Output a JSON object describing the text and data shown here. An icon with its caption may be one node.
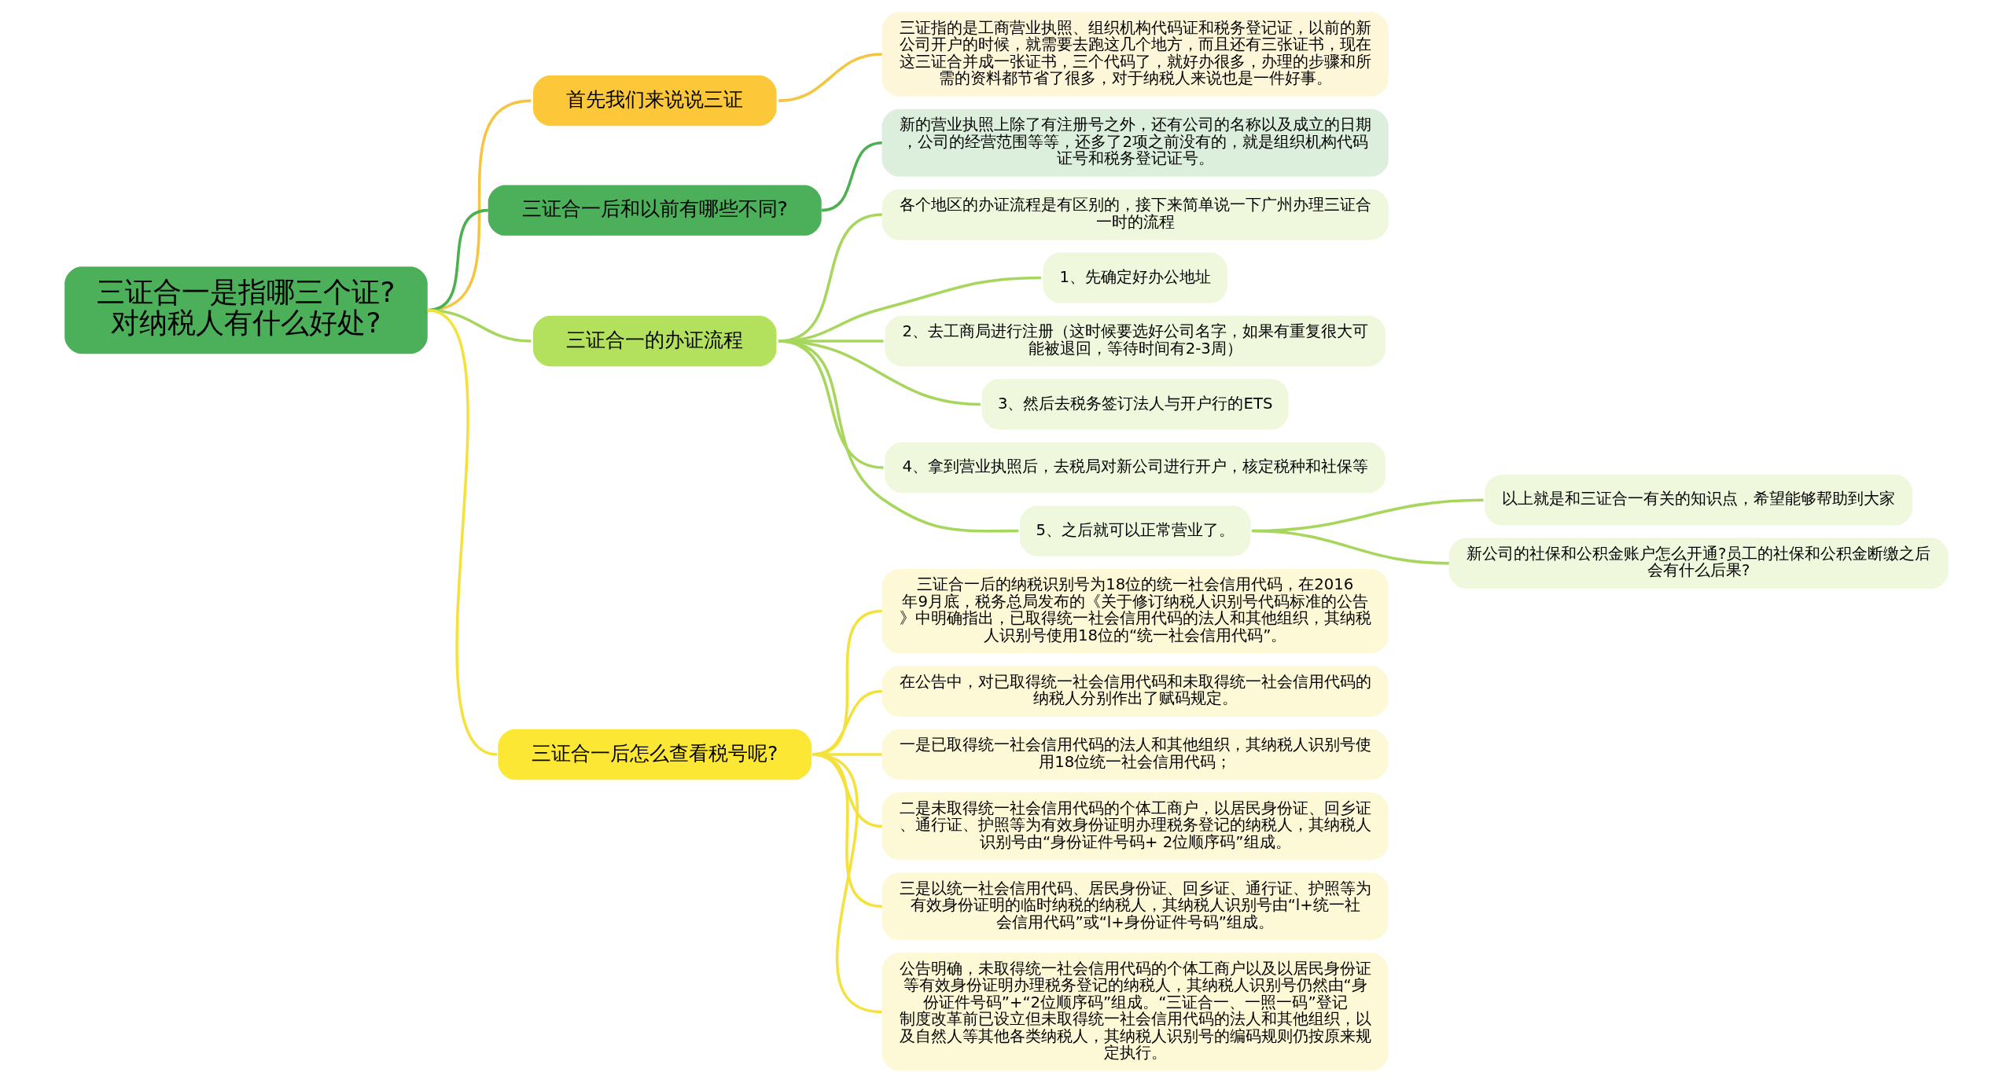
{
  "diagram": {
    "nodes": [
      {
        "text": [
          "三证合一是指哪三个证?对纳税人有什么好处?"
        ]
      },
      {
        "text": [
          "首先我们来说说三证"
        ]
      },
      {
        "text": [
          "三证指的是工商营业执照、组织机构代码证和税务登记证，以前的新公司开户的时候，就需要去跑这几个地方，而且还有三张证书，现在这三证合并成一张证书，三个代码了，就好办很多，办理的步骤和所需的资料都节省了很多，对于纳税人来说也是一件好事。"
        ]
      },
      {
        "text": [
          "三证合一后和以前有哪些不同?"
        ]
      },
      {
        "text": [
          "新的营业执照上除了有注册号之外，还有公司的名称以及成立的日期，公司的经营范围等等，还多了2项之前没有的，就是组织机构代码证号和税务登记证号。"
        ]
      },
      {
        "text": [
          "三证合一的办证流程"
        ]
      },
      {
        "text": [
          "各个地区的办证流程是有区别的，接下来简单说一下广州办理三证合一时的流程"
        ]
      },
      {
        "text": [
          "1、先确定好办公地址"
        ]
      },
      {
        "text": [
          "2、去工商局进行注册（这时候要选好公司名字，如果有重复很大可能被退回，等待时间有2-3周）"
        ]
      },
      {
        "text": [
          "3、然后去税务签订法人与开户行的ETS"
        ]
      },
      {
        "text": [
          "4、拿到营业执照后，去税局对新公司进行开户，核定税种和社保等"
        ]
      },
      {
        "text": [
          "5、之后就可以正常营业了。"
        ]
      },
      {
        "text": [
          "以上就是和三证合一有关的知识点，希望能够帮助到大家"
        ]
      },
      {
        "text": [
          "新公司的社保和公积金账户怎么开通?员工的社保和公积金断缴之后会有什么后果?"
        ]
      },
      {
        "text": [
          "三证合一后怎么查看税号呢?"
        ]
      },
      {
        "text": [
          "三证合一后的纳税识别号为18位的统一社会信用代码，在2016年9月底，税务总局发布的《关于修订纳税人识别号代码标准的公告》中明确指出，已取得统一社会信用代码的法人和其他组织，其纳税人识别号使用18位的“统一社会信用代码”。"
        ]
      },
      {
        "text": [
          "在公告中，对已取得统一社会信用代码和未取得统一社会信用代码的纳税人分别作出了赋码规定。"
        ]
      },
      {
        "text": [
          "一是已取得统一社会信用代码的法人和其他组织，其纳税人识别号使用18位统一社会信用代码；"
        ]
      },
      {
        "text": [
          "二是未取得统一社会信用代码的个体工商户，以居民身份证、回乡证、通行证、护照等为有效身份证明办理税务登记的纳税人，其纳税人识别号由“身份证件号码+ 2位顺序码”组成。"
        ]
      },
      {
        "text": [
          "三是以统一社会信用代码、居民身份证、回乡证、通行证、护照等为有效身份证明的临时纳税的纳税人，其纳税人识别号由“l+统一社会信用代码”或“l+身份证件号码”组成。"
        ]
      },
      {
        "text": [
          "公告明确，未取得统一社会信用代码的个体工商户以及以居民身份证等有效身份证明办理税务登记的纳税人，其纳税人识别号仍然由“身份证件号码”+“2位顺序码”组成。“三证合一、一照一码”登记制度改革前已设立但未取得统一社会信用代码的法人和其他组织，以及自然人等其他各类纳税人，其纳税人识别号的编码规则仍按原来规定执行。"
        ]
      }
    ],
    "edges": [
      {
        "from": 0,
        "to": 1,
        "arrow": "none",
        "color": "#f5c542"
      },
      {
        "from": 1,
        "to": 2,
        "arrow": "none",
        "color": "#f5c542"
      },
      {
        "from": 0,
        "to": 3,
        "arrow": "none",
        "color": "#4caf50"
      },
      {
        "from": 3,
        "to": 4,
        "arrow": "none",
        "color": "#4caf50"
      },
      {
        "from": 0,
        "to": 5,
        "arrow": "none",
        "color": "#a6d65c"
      },
      {
        "from": 5,
        "to": 6,
        "arrow": "none",
        "color": "#a6d65c"
      },
      {
        "from": 5,
        "to": 7,
        "arrow": "none",
        "color": "#a6d65c"
      },
      {
        "from": 5,
        "to": 8,
        "arrow": "none",
        "color": "#a6d65c"
      },
      {
        "from": 5,
        "to": 9,
        "arrow": "none",
        "color": "#a6d65c"
      },
      {
        "from": 5,
        "to": 10,
        "arrow": "none",
        "color": "#a6d65c"
      },
      {
        "from": 5,
        "to": 11,
        "arrow": "none",
        "color": "#a6d65c"
      },
      {
        "from": 11,
        "to": 12,
        "arrow": "none",
        "color": "#a6d65c"
      },
      {
        "from": 11,
        "to": 13,
        "arrow": "none",
        "color": "#a6d65c"
      },
      {
        "from": 0,
        "to": 14,
        "arrow": "none",
        "color": "#f5e13b"
      },
      {
        "from": 14,
        "to": 15,
        "arrow": "none",
        "color": "#f5e13b"
      },
      {
        "from": 14,
        "to": 16,
        "arrow": "none",
        "color": "#f5e13b"
      },
      {
        "from": 14,
        "to": 17,
        "arrow": "none",
        "color": "#f5e13b"
      },
      {
        "from": 14,
        "to": 18,
        "arrow": "none",
        "color": "#f5e13b"
      },
      {
        "from": 14,
        "to": 19,
        "arrow": "none",
        "color": "#f5e13b"
      },
      {
        "from": 14,
        "to": 20,
        "arrow": "none",
        "color": "#f5e13b"
      }
    ]
  }
}
